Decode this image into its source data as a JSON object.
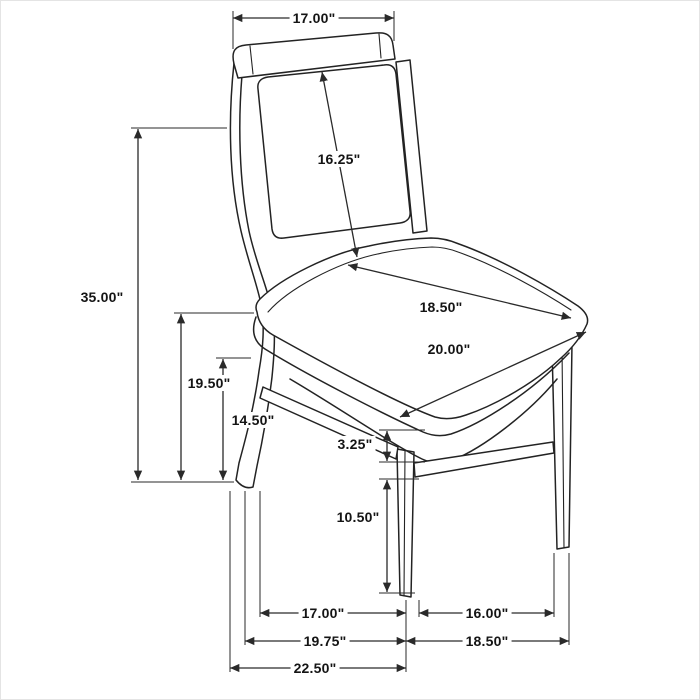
{
  "diagram": {
    "kind": "product-dimension-line-drawing",
    "subject": "dining side chair with cane back panel",
    "background_color": "#ffffff",
    "line_color": "#2a2a2a",
    "cane_mesh_color": "#9a9a9a",
    "unit": "inches",
    "dimensions": {
      "top_back_width": "17.00\"",
      "back_panel_diagonal": "16.25\"",
      "overall_height": "35.00\"",
      "seat_top_to_floor": "19.50\"",
      "seat_frame_to_floor": "14.50\"",
      "seat_depth": "18.50\"",
      "seat_width": "20.00\"",
      "seat_thickness": "3.25\"",
      "stretcher_to_floor": "10.50\"",
      "front_leg_span": "17.00\"",
      "side_leg_span": "16.00\"",
      "base_depth": "19.75\"",
      "base_width": "18.50\"",
      "overall_depth": "22.50\""
    }
  }
}
